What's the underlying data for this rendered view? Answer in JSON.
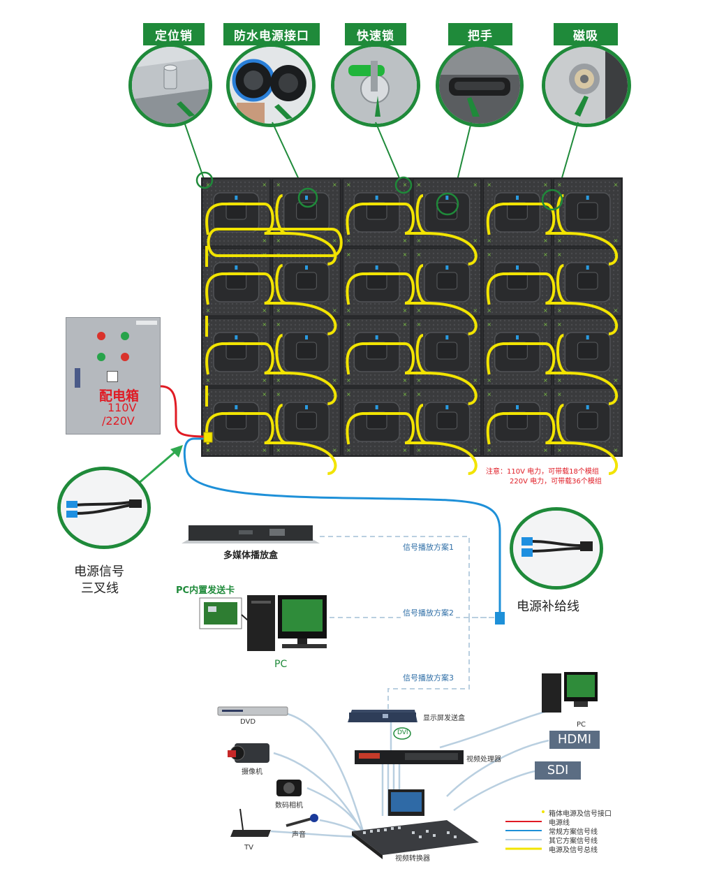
{
  "features": [
    {
      "label": "定位销",
      "icon": "locating-pin-icon"
    },
    {
      "label": "防水电源接口",
      "icon": "waterproof-power-connector-icon"
    },
    {
      "label": "快速锁",
      "icon": "quick-lock-icon"
    },
    {
      "label": "把手",
      "icon": "handle-icon"
    },
    {
      "label": "磁吸",
      "icon": "magnet-icon"
    }
  ],
  "distribution_box": {
    "title": "配电箱",
    "voltage1": "110V",
    "voltage2": "/220V"
  },
  "note": {
    "line1": "注意：110V 电力，可带载18个模组",
    "line2": "220V 电力，可带载36个模组"
  },
  "cable_power_signal": {
    "line1": "电源信号",
    "line2": "三叉线"
  },
  "cable_supply": "电源补给线",
  "media_player": "多媒体播放盒",
  "pc_card": "PC内置发送卡",
  "pc": "PC",
  "plans": [
    "信号播放方案1",
    "信号播放方案2",
    "信号播放方案3"
  ],
  "sender_box": "显示屏发送盒",
  "dvi": "DVI",
  "video_processor": "视频处理器",
  "switcher": "视频转换器",
  "sources": {
    "dvd": "DVD",
    "camera": "摄像机",
    "digital_camera": "数码相机",
    "audio": "声音",
    "tv": "TV",
    "pc": "PC"
  },
  "inputs": {
    "hdmi": "HDMI",
    "sdi": "SDI"
  },
  "legend": [
    {
      "label": "箱体电源及信号接口",
      "color": "#f2e400"
    },
    {
      "label": "电源线",
      "color": "#e01b24"
    },
    {
      "label": "常规方案信号线",
      "color": "#1e90d8"
    },
    {
      "label": "其它方案信号线",
      "color": "#b9cfe0"
    },
    {
      "label": "电源及信号总线",
      "color": "#f2e400"
    }
  ],
  "colors": {
    "accent": "#1f8a3a",
    "power": "#e01b24",
    "signal": "#1e90d8",
    "alt_signal": "#b9cfe0",
    "bus": "#f2e400",
    "panel": "#3a3b3d"
  }
}
